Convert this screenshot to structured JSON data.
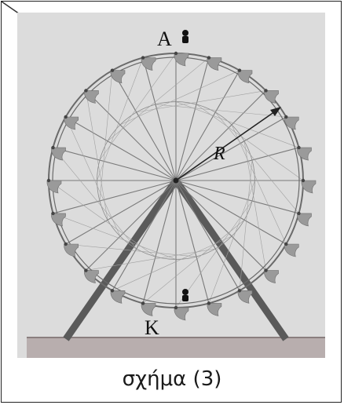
{
  "figure": {
    "labels": {
      "top_point": "A",
      "bottom_point": "K",
      "radius": "R"
    },
    "caption": "σχήμα (3)",
    "colors": {
      "panel": "#dcdcdc",
      "ground": "#b8aeae",
      "structure": "#5a5a5a",
      "gondola": "#9a9a9a",
      "rim": "#6a6a6a"
    },
    "gondola_count": 24,
    "spoke_count": 24,
    "icons": [
      "person-icon-top",
      "person-icon-bottom",
      "radius-arrow-icon"
    ]
  }
}
